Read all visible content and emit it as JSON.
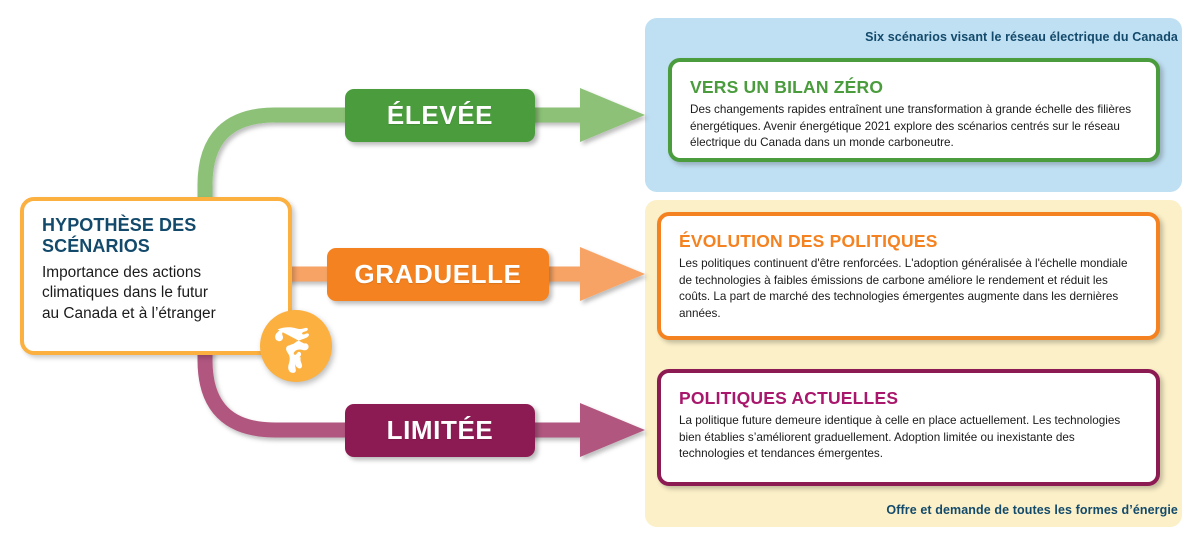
{
  "diagram": {
    "title_hidden": "",
    "left_panel": {
      "title": "HYPOTHÈSE DES\nSCÉNARIOS",
      "description": "Importance des actions\nclimatiques dans le futur\nau Canada et à l’étranger",
      "icon": "globe-americas-icon",
      "border_color": "#fbb040",
      "title_color": "#134a6b"
    },
    "captions": {
      "top": "Six scénarios visant le réseau électrique du Canada",
      "bottom": "Offre et demande de toutes les formes d’énergie",
      "color": "#134a6b"
    },
    "panels": {
      "top_background": "#bfdff2",
      "bottom_background": "#fbf0c8"
    },
    "branches": [
      {
        "pill_label": "ÉLEVÉE",
        "pill_color": "#4a9c3c",
        "arrow_color": "#8cc177",
        "connector_color": "#8cc177",
        "card_title": "VERS UN BILAN ZÉRO",
        "card_title_color": "#4a9c3c",
        "card_border_color": "#4a9c3c",
        "card_body": "Des changements rapides entraînent une transformation à grande échelle des filières énergétiques. Avenir énergétique 2021 explore des scénarios centrés sur le réseau électrique du Canada dans un monde carboneutre."
      },
      {
        "pill_label": "GRADUELLE",
        "pill_color": "#f58220",
        "arrow_color": "#f7a365",
        "connector_color": "#f7a365",
        "card_title": "ÉVOLUTION DES POLITIQUES",
        "card_title_color": "#f58220",
        "card_border_color": "#f58220",
        "card_body": "Les politiques continuent d'être renforcées. L'adoption généralisée à l'échelle mondiale de technologies à faibles émissions de carbone améliore le rendement et réduit les coûts. La part de marché des technologies émergentes augmente dans les dernières années."
      },
      {
        "pill_label": "LIMITÉE",
        "pill_color": "#8d1b53",
        "arrow_color": "#b1567f",
        "connector_color": "#b1567f",
        "card_title": "POLITIQUES ACTUELLES",
        "card_title_color": "#a8176b",
        "card_border_color": "#8d1b53",
        "card_body": "La politique future demeure identique à celle en place actuellement. Les technologies bien établies s’améliorent graduellement. Adoption limitée ou inexistante des technologies et tendances émergentes."
      }
    ]
  }
}
